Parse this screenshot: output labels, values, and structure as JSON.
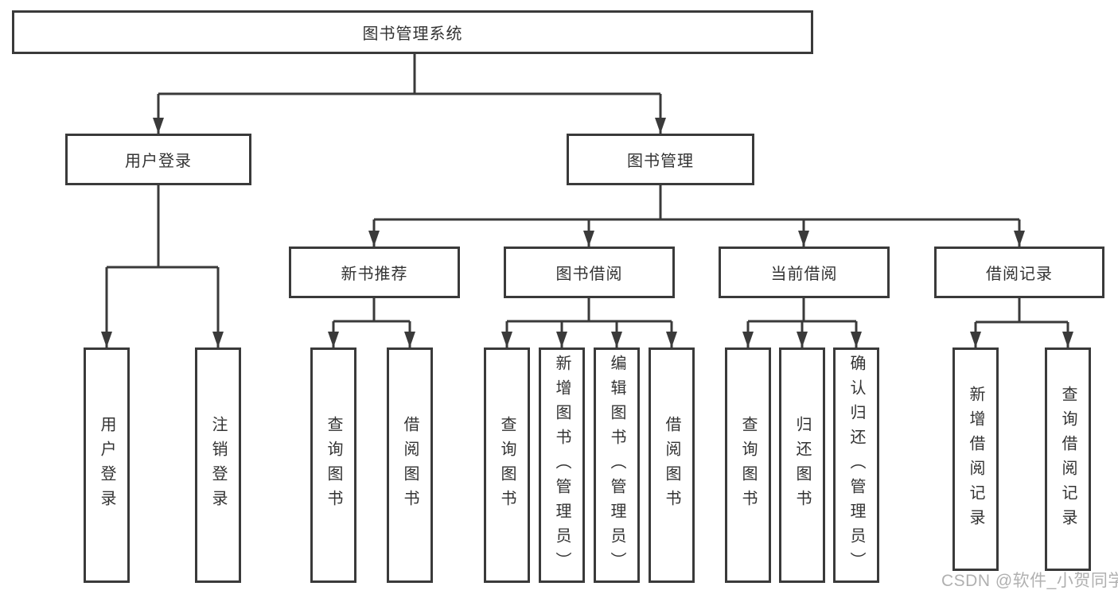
{
  "diagram": {
    "type": "hierarchy-diagram",
    "root": {
      "label": "图书管理系统"
    },
    "branches": [
      {
        "label": "用户登录",
        "children": [
          {
            "label": "用户登录"
          },
          {
            "label": "注销登录"
          }
        ]
      },
      {
        "label": "图书管理",
        "children": [
          {
            "label": "新书推荐",
            "children": [
              {
                "label": "查询图书"
              },
              {
                "label": "借阅图书"
              }
            ]
          },
          {
            "label": "图书借阅",
            "children": [
              {
                "label": "查询图书"
              },
              {
                "label": "新增图书（管理员）"
              },
              {
                "label": "编辑图书（管理员）"
              },
              {
                "label": "借阅图书"
              }
            ]
          },
          {
            "label": "当前借阅",
            "children": [
              {
                "label": "查询图书"
              },
              {
                "label": "归还图书"
              },
              {
                "label": "确认归还（管理员）"
              }
            ]
          },
          {
            "label": "借阅记录",
            "children": [
              {
                "label": "新增借阅记录"
              },
              {
                "label": "查询借阅记录"
              }
            ]
          }
        ]
      }
    ]
  },
  "watermark": {
    "text": "CSDN @软件_小贺同学"
  },
  "colors": {
    "line": "#3a3a3a",
    "text": "#333333",
    "box_background": "#ffffff",
    "page_background": "#ffffff",
    "watermark": "#b0b0b0"
  }
}
